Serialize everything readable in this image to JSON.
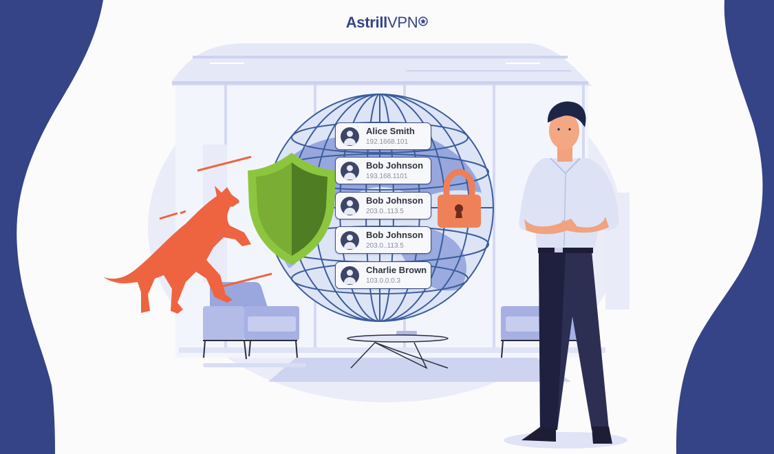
{
  "brand": {
    "name_bold": "Astrill",
    "name_light": "VPN",
    "logo_icon": "star-badge-icon",
    "color": "#35438a"
  },
  "colors": {
    "side_wave": "#354486",
    "background": "#fbfbfc",
    "room_tint": "#e2e6f6",
    "globe_line": "#3a5d9c",
    "globe_land": "#7f93d6",
    "shield_light": "#8cc63f",
    "shield_dark": "#4e7d23",
    "lock": "#ef7f56",
    "wolf": "#ee6440",
    "shirt": "#dde3f5",
    "pants": "#252743",
    "furniture": "#9aa6de"
  },
  "illustration": {
    "elements": [
      "globe-icon",
      "shield-icon",
      "padlock-icon",
      "wolf-illustration",
      "man-illustration",
      "armchair-left",
      "armchair-right",
      "coffee-table"
    ]
  },
  "user_cards": [
    {
      "name": "Alice Smith",
      "ip": "192.1668.101"
    },
    {
      "name": "Bob Johnson",
      "ip": "193.168.1101"
    },
    {
      "name": "Bob Johnson",
      "ip": "203.0..113.5"
    },
    {
      "name": "Bob Johnson",
      "ip": "203.0..113.5"
    },
    {
      "name": "Charlie Brown",
      "ip": "103.0.0.0.3"
    }
  ]
}
